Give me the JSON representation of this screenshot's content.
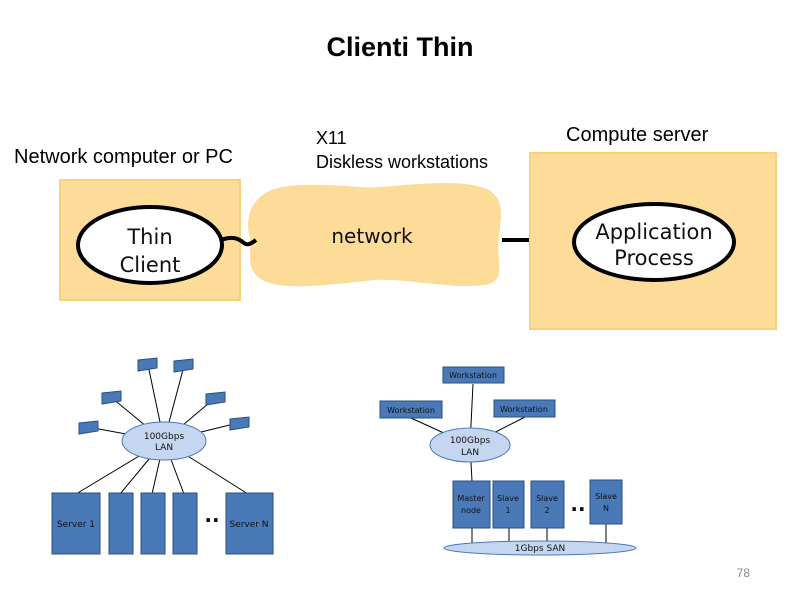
{
  "title": "Clienti Thin",
  "top_diagram": {
    "left_label": "Network computer or PC",
    "client_lines": [
      "Thin",
      "Client"
    ],
    "middle_caption": [
      "X11",
      "Diskless workstations"
    ],
    "network_label": "network",
    "right_label": "Compute server",
    "process_lines": [
      "Application",
      "Process"
    ]
  },
  "bottom_left": {
    "lan_lines": [
      "100Gbps",
      "LAN"
    ],
    "server_first": "Server 1",
    "server_last": "Server N",
    "ellipsis": ".."
  },
  "bottom_right": {
    "workstations": [
      "Workstation",
      "Workstation",
      "Workstation"
    ],
    "lan_lines": [
      "100Gbps",
      "LAN"
    ],
    "nodes": [
      [
        "Master",
        "node"
      ],
      [
        "Slave",
        "1"
      ],
      [
        "Slave",
        "2"
      ],
      [
        "Slave",
        "N"
      ]
    ],
    "ellipsis": "..",
    "san_label": "1Gbps SAN"
  },
  "slide_number": "78",
  "colors": {
    "panel_fill": "#fddc99",
    "node_fill": "#4a79b8",
    "lan_fill": "#c5d6f0"
  }
}
